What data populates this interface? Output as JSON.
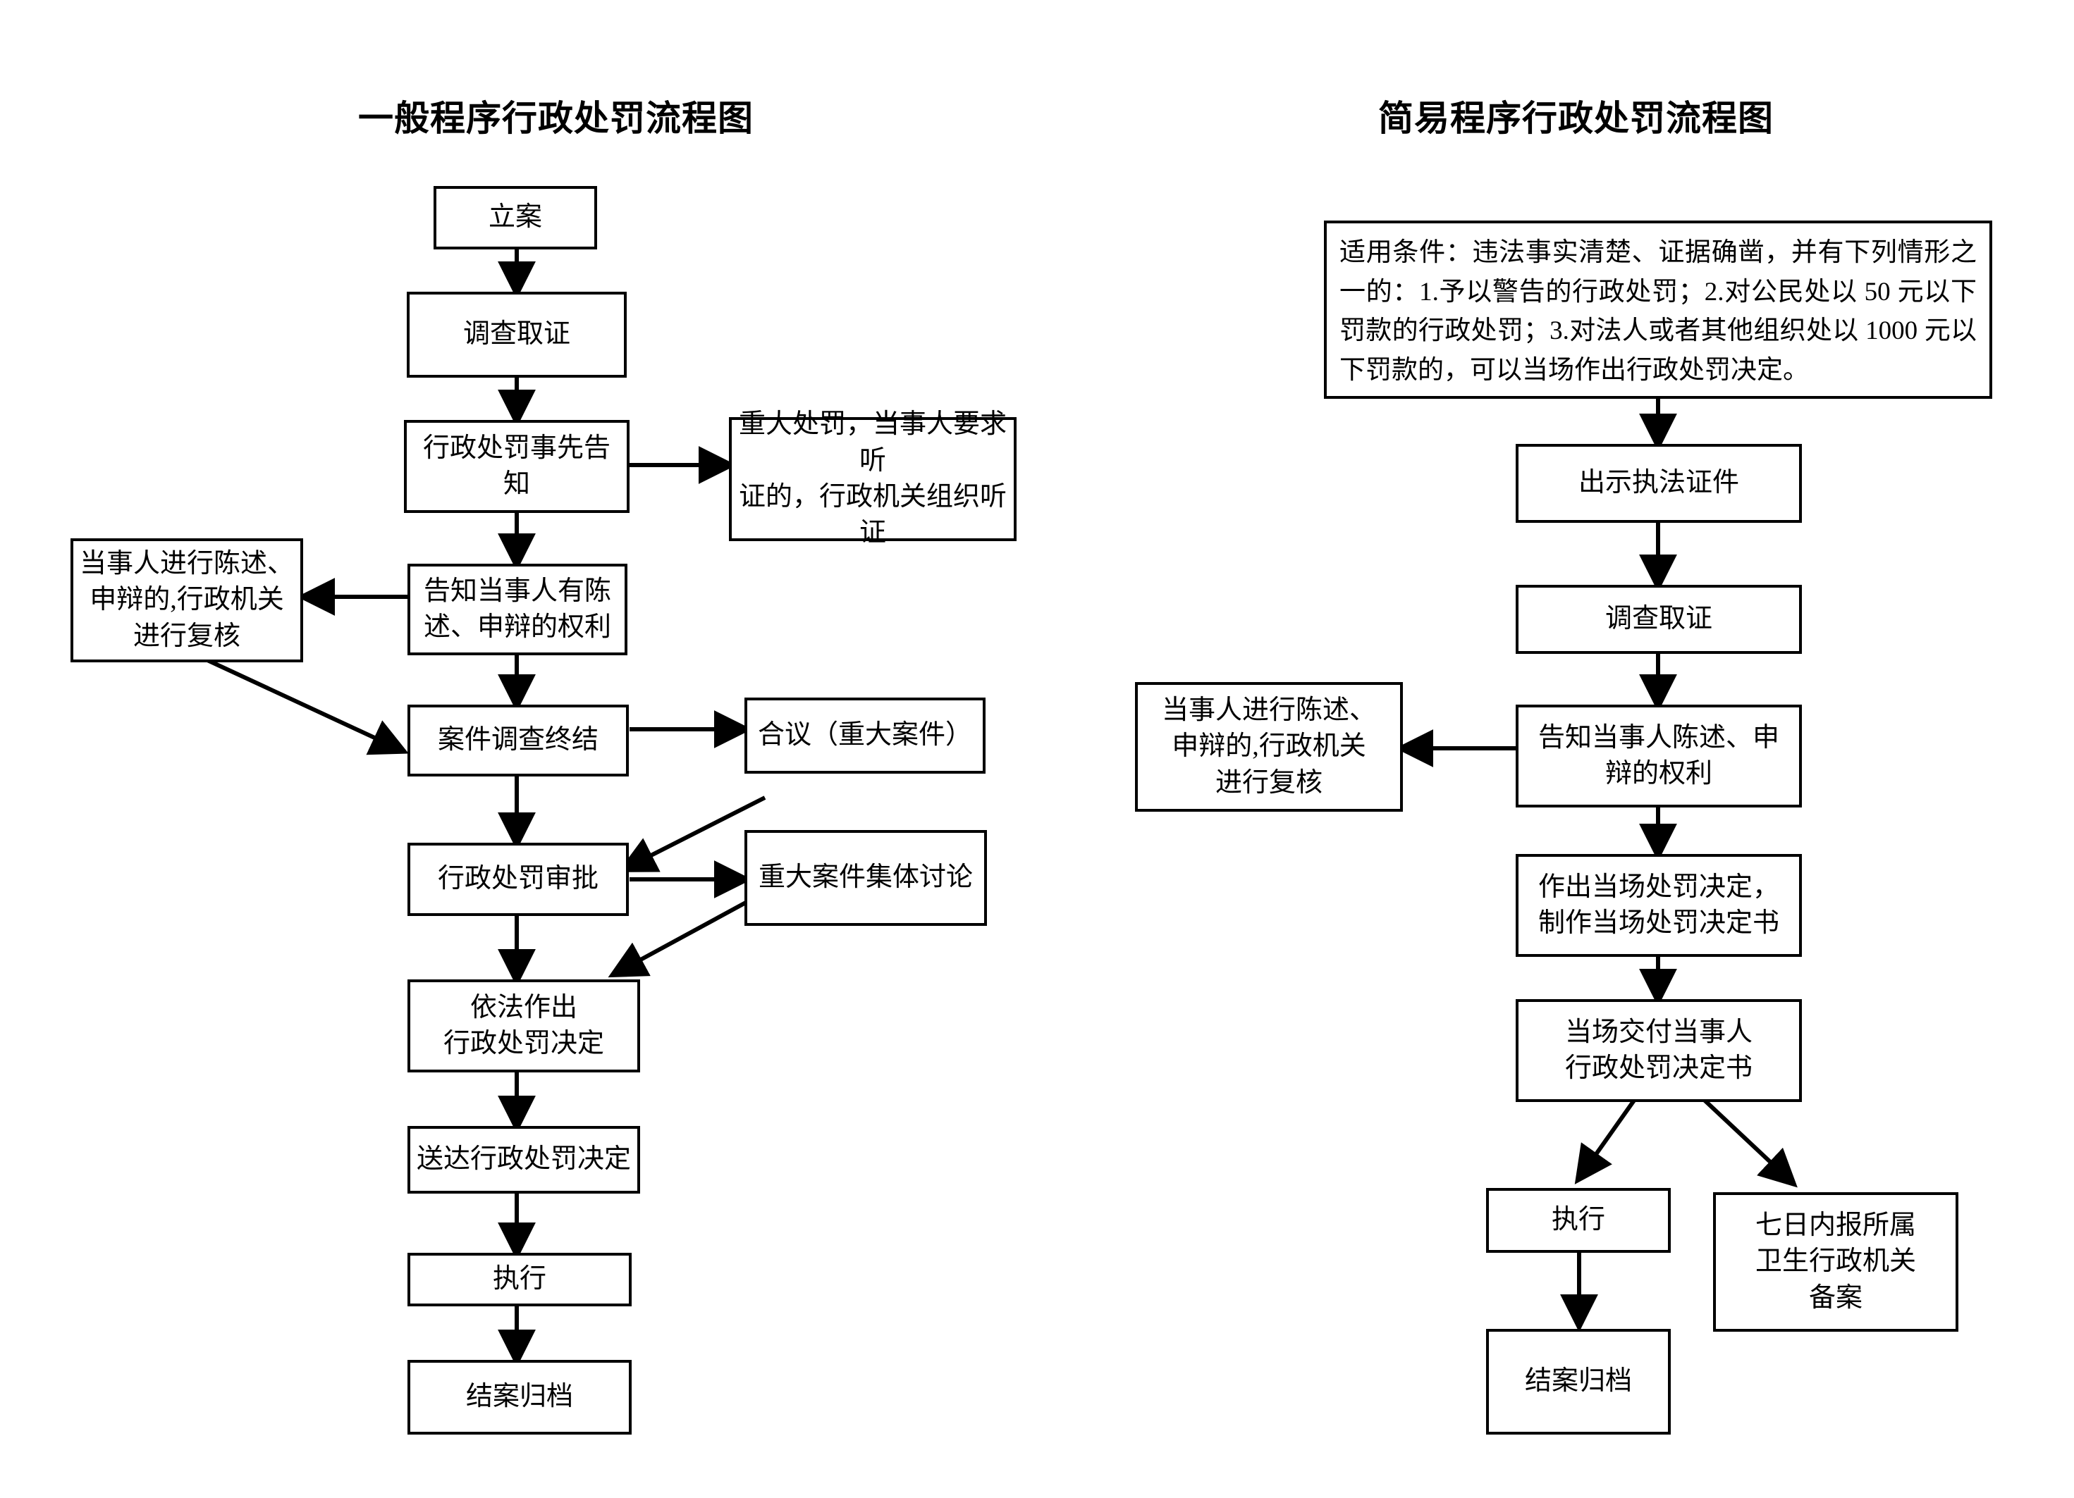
{
  "left_flow": {
    "title": "一般程序行政处罚流程图",
    "nodes": [
      {
        "id": "liancn",
        "label": "立案"
      },
      {
        "id": "diaocha",
        "label": "调查取证"
      },
      {
        "id": "shixian",
        "label": "行政处罚事先告知"
      },
      {
        "id": "tingzheng",
        "label": "重大处罚，当事人要求听\n证的，行政机关组织听证"
      },
      {
        "id": "fuhe",
        "label": "当事人进行陈述、\n申辩的,行政机关\n进行复核"
      },
      {
        "id": "gaozhi",
        "label": "告知当事人有陈\n述、申辩的权利"
      },
      {
        "id": "zhongjie",
        "label": "案件调查终结"
      },
      {
        "id": "heyi",
        "label": "合议（重大案件）"
      },
      {
        "id": "shenpi",
        "label": "行政处罚审批"
      },
      {
        "id": "jitithaolun",
        "label": "重大案件集体讨论"
      },
      {
        "id": "yifa",
        "label": "依法作出\n行政处罚决定"
      },
      {
        "id": "songda",
        "label": "送达行政处罚决定"
      },
      {
        "id": "zhixing",
        "label": "执行"
      },
      {
        "id": "jiean",
        "label": "结案归档"
      }
    ]
  },
  "right_flow": {
    "title": "简易程序行政处罚流程图",
    "nodes": [
      {
        "id": "shiyong",
        "label": "适用条件：违法事实清楚、证据确凿，并有下列情形之一的：1.予以警告的行政处罚；2.对公民处以 50 元以下罚款的行政处罚；3.对法人或者其他组织处以 1000 元以下罚款的，可以当场作出行政处罚决定。"
      },
      {
        "id": "chushi",
        "label": "出示执法证件"
      },
      {
        "id": "diaocha2",
        "label": "调查取证"
      },
      {
        "id": "fuhe2",
        "label": "当事人进行陈述、\n申辩的,行政机关\n进行复核"
      },
      {
        "id": "gaozhi2",
        "label": "告知当事人陈述、申\n辩的权利"
      },
      {
        "id": "zuochu",
        "label": "作出当场处罚决定，\n制作当场处罚决定书"
      },
      {
        "id": "jiaofu",
        "label": "当场交付当事人\n行政处罚决定书"
      },
      {
        "id": "zhixing2",
        "label": "执行"
      },
      {
        "id": "qiri",
        "label": "七日内报所属\n卫生行政机关\n备案"
      },
      {
        "id": "jiean2",
        "label": "结案归档"
      }
    ]
  },
  "style": {
    "line_color": "#000000",
    "box_border": "#000000",
    "background": "#ffffff"
  }
}
